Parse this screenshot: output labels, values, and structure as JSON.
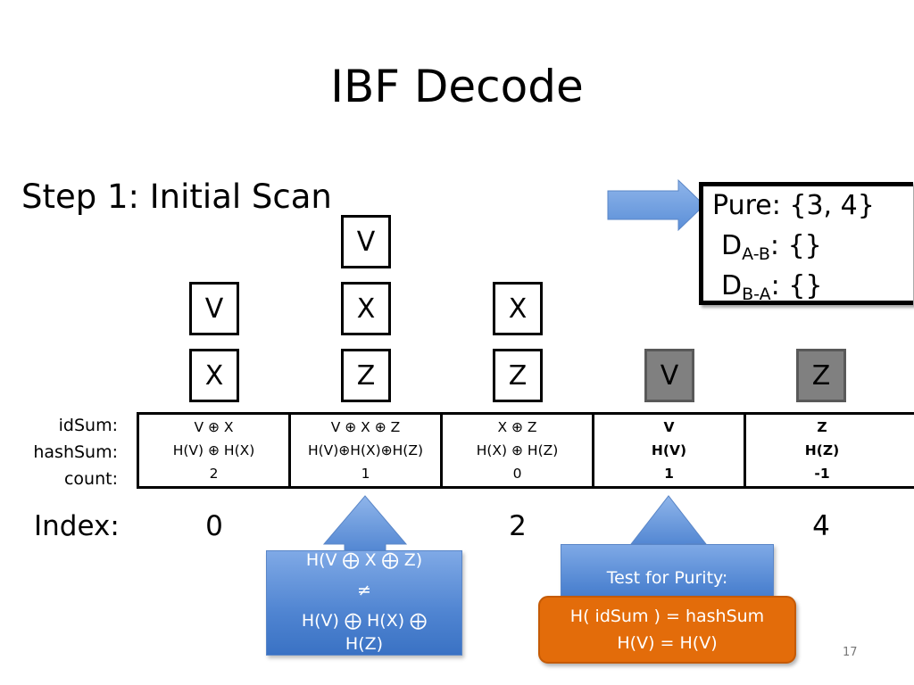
{
  "slide": {
    "title": "IBF Decode",
    "subtitle": "Step 1: Initial Scan",
    "page_number": "17"
  },
  "element_stacks": [
    {
      "letters": [
        "V",
        "X"
      ],
      "shaded": false
    },
    {
      "letters": [
        "V",
        "X",
        "Z"
      ],
      "shaded": false
    },
    {
      "letters": [
        "X",
        "Z"
      ],
      "shaded": false
    },
    {
      "letters": [
        "V"
      ],
      "shaded": true
    },
    {
      "letters": [
        "Z"
      ],
      "shaded": true
    }
  ],
  "row_labels": {
    "id_sum": "idSum:",
    "hash_sum": "hashSum:",
    "count": "count:"
  },
  "cells": [
    {
      "id_sum": "V ⊕ X",
      "hash_sum": "H(V) ⊕ H(X)",
      "count": "2",
      "bold": false
    },
    {
      "id_sum": "V ⊕ X ⊕ Z",
      "hash_sum": "H(V)⊕H(X)⊕H(Z)",
      "count": "1",
      "bold": false
    },
    {
      "id_sum": "X ⊕ Z",
      "hash_sum": "H(X) ⊕ H(Z)",
      "count": "0",
      "bold": false
    },
    {
      "id_sum": "V",
      "hash_sum": "H(V)",
      "count": "1",
      "bold": true
    },
    {
      "id_sum": "Z",
      "hash_sum": "H(Z)",
      "count": "-1",
      "bold": true
    }
  ],
  "index": {
    "label": "Index:",
    "shown": [
      "0",
      "2",
      "4"
    ]
  },
  "legend": {
    "pure_label": "Pure:",
    "pure_value": "{3, 4}",
    "dab_label": "D",
    "dab_sub": "A-B",
    "dab_value": "{}",
    "dba_label": "D",
    "dba_sub": "B-A",
    "dba_value": "{}"
  },
  "callout_left": {
    "line1": "H(V ⨁ X ⨁ Z)",
    "line2": "≠",
    "line3": "H(V) ⨁ H(X) ⨁",
    "line4": "H(Z)"
  },
  "callout_right": {
    "label": "Test for Purity:"
  },
  "purity_check": {
    "line1": "H( idSum ) = hashSum",
    "line2": "H(V) = H(V)"
  },
  "colors": {
    "accent_blue": "#4f84d1",
    "arrow_blue": "#6f9fe0",
    "orange": "#e36c0a",
    "shaded_box": "#808080"
  }
}
